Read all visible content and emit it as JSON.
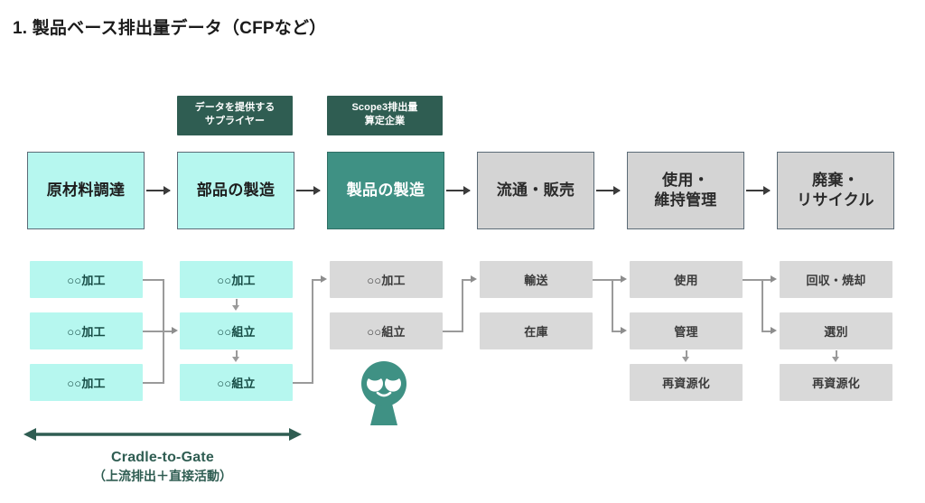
{
  "page": {
    "title": "1. 製品ベース排出量データ（CFPなど）"
  },
  "colors": {
    "accent_teal": "#3f9184",
    "dark_green": "#2f5d52",
    "light_cyan": "#b6f7ef",
    "grey_box": "#d9d9d9",
    "stage_grey": "#d4d4d4",
    "border_slate": "#5b6b77",
    "connector_grey": "#9a9a9a"
  },
  "actor_tags": [
    {
      "id": "supplier",
      "lines": [
        "データを提供する",
        "サプライヤー"
      ]
    },
    {
      "id": "scope3-company",
      "lines": [
        "Scope3排出量",
        "算定企業"
      ]
    }
  ],
  "stages": [
    {
      "id": "raw-material",
      "lines": [
        "原材料調達"
      ],
      "style": "cyan"
    },
    {
      "id": "parts-manufacturing",
      "lines": [
        "部品の製造"
      ],
      "style": "cyan"
    },
    {
      "id": "product-manufacturing",
      "lines": [
        "製品の製造"
      ],
      "style": "teal"
    },
    {
      "id": "distribution-sales",
      "lines": [
        "流通・販売"
      ],
      "style": "grey"
    },
    {
      "id": "use-maintenance",
      "lines": [
        "使用・",
        "維持管理"
      ],
      "style": "grey"
    },
    {
      "id": "disposal-recycle",
      "lines": [
        "廃棄・",
        "リサイクル"
      ],
      "style": "grey"
    }
  ],
  "detail_columns": [
    {
      "id": "col-raw-material",
      "style": "cyan",
      "items": [
        {
          "id": "raw-process-1",
          "label": "○○加工"
        },
        {
          "id": "raw-process-2",
          "label": "○○加工"
        },
        {
          "id": "raw-process-3",
          "label": "○○加工"
        }
      ]
    },
    {
      "id": "col-parts",
      "style": "cyan",
      "items": [
        {
          "id": "parts-process",
          "label": "○○加工"
        },
        {
          "id": "parts-assembly-1",
          "label": "○○組立"
        },
        {
          "id": "parts-assembly-2",
          "label": "○○組立"
        }
      ]
    },
    {
      "id": "col-product",
      "style": "grey",
      "items": [
        {
          "id": "product-process",
          "label": "○○加工"
        },
        {
          "id": "product-assembly",
          "label": "○○組立"
        }
      ]
    },
    {
      "id": "col-distribution",
      "style": "grey",
      "items": [
        {
          "id": "transport",
          "label": "輸送"
        },
        {
          "id": "inventory",
          "label": "在庫"
        }
      ]
    },
    {
      "id": "col-use",
      "style": "grey",
      "items": [
        {
          "id": "use",
          "label": "使用"
        },
        {
          "id": "maintenance",
          "label": "管理"
        },
        {
          "id": "resource-recovery-use",
          "label": "再資源化"
        }
      ]
    },
    {
      "id": "col-disposal",
      "style": "grey",
      "items": [
        {
          "id": "collection-incineration",
          "label": "回収・焼却"
        },
        {
          "id": "sorting",
          "label": "選別"
        },
        {
          "id": "resource-recovery-disposal",
          "label": "再資源化"
        }
      ]
    }
  ],
  "scope_indicator": {
    "id": "cradle-to-gate",
    "en": "Cradle-to-Gate",
    "jp": "（上流排出＋直接活動）"
  },
  "avatar": {
    "id": "company-avatar",
    "icon": "person-avatar-icon"
  }
}
